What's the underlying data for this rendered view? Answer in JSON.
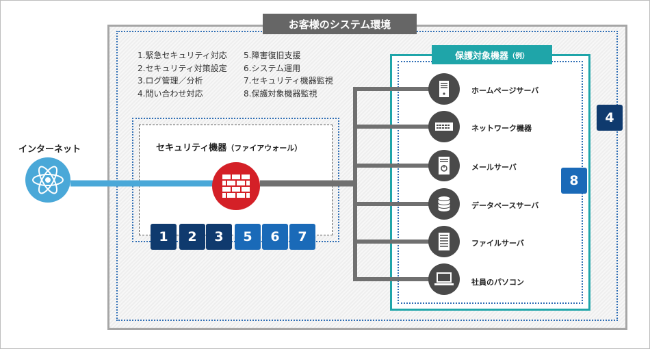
{
  "environment": {
    "title": "お客様のシステム環境",
    "services_left": [
      "1.緊急セキュリティ対応",
      "2.セキュリティ対策設定",
      "3.ログ管理／分析",
      "4.問い合わせ対応"
    ],
    "services_right": [
      "5.障害復旧支援",
      "6.システム運用",
      "7.セキュリティ機器監視",
      "8.保護対象機器監視"
    ],
    "badge": "4"
  },
  "internet": {
    "label": "インターネット",
    "icon": "atom-icon"
  },
  "firewall": {
    "title": "セキュリティ機器",
    "subtitle": "（ファイアウォール）",
    "icon": "brick-wall-icon",
    "services": [
      {
        "num": "1",
        "color": "#0f3a6e"
      },
      {
        "num": "2",
        "color": "#0f3a6e"
      },
      {
        "num": "3",
        "color": "#0f3a6e"
      },
      {
        "num": "5",
        "color": "#1a6ab8"
      },
      {
        "num": "6",
        "color": "#1a6ab8"
      },
      {
        "num": "7",
        "color": "#1a6ab8"
      }
    ]
  },
  "protected": {
    "title": "保護対象機器",
    "subtitle": "（例）",
    "badge": "8",
    "devices": [
      {
        "label": "ホームページサーバ",
        "icon": "server-tower-icon"
      },
      {
        "label": "ネットワーク機器",
        "icon": "network-switch-icon"
      },
      {
        "label": "メールサーバ",
        "icon": "mail-server-icon"
      },
      {
        "label": "データベースサーバ",
        "icon": "database-icon"
      },
      {
        "label": "ファイルサーバ",
        "icon": "file-server-icon"
      },
      {
        "label": "社員のパソコン",
        "icon": "laptop-icon"
      }
    ]
  },
  "colors": {
    "teal": "#1fa5a9",
    "navy": "#0f3a6e",
    "blue": "#1a6ab8",
    "red": "#d42027",
    "cyan": "#4aa8d8",
    "gray": "#666666"
  }
}
